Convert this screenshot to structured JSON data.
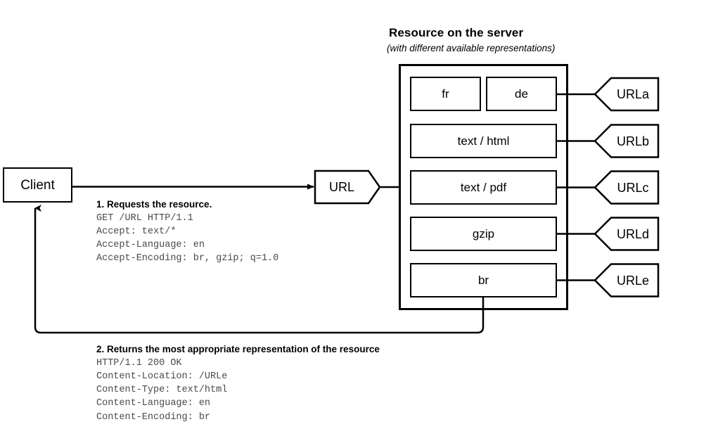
{
  "server": {
    "title": "Resource on the server",
    "subtitle": "(with different available representations)"
  },
  "client": {
    "label": "Client"
  },
  "url_node": {
    "label": "URL"
  },
  "representations": [
    {
      "label": "fr",
      "tag": "URLa"
    },
    {
      "label": "de",
      "tag": "URLa"
    },
    {
      "label": "text / html",
      "tag": "URLb"
    },
    {
      "label": "text / pdf",
      "tag": "URLc"
    },
    {
      "label": "gzip",
      "tag": "URLd"
    },
    {
      "label": "br",
      "tag": "URLe"
    }
  ],
  "url_tags": [
    {
      "label": "URLa"
    },
    {
      "label": "URLb"
    },
    {
      "label": "URLc"
    },
    {
      "label": "URLd"
    },
    {
      "label": "URLe"
    }
  ],
  "request_note": {
    "title": "1. Requests the resource.",
    "lines": "GET /URL HTTP/1.1\nAccept: text/*\nAccept-Language: en\nAccept-Encoding: br, gzip; q=1.0"
  },
  "response_note": {
    "title": "2. Returns the most appropriate representation of the resource",
    "lines": "HTTP/1.1 200 OK\nContent-Location: /URLe\nContent-Type: text/html\nContent-Language: en\nContent-Encoding: br"
  },
  "colors": {
    "stroke": "#000000",
    "background": "#ffffff",
    "mono_text": "#4a4a4a"
  }
}
